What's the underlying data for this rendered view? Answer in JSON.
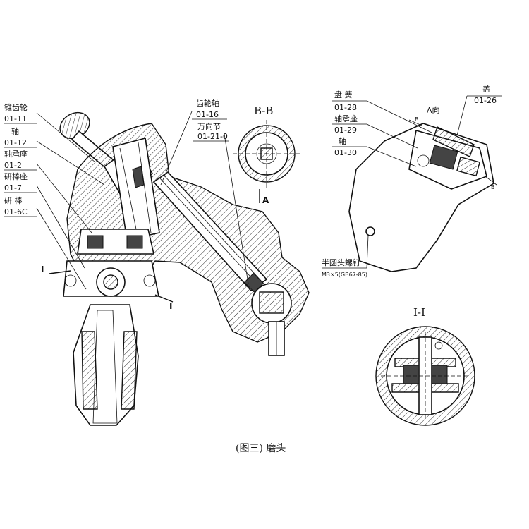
{
  "labels": {
    "bevel_gear": "锥齿轮",
    "bevel_gear_no": "01-11",
    "shaft": "轴",
    "shaft_no": "01-12",
    "bearing_seat": "轴承座",
    "bearing_seat_no": "01-2",
    "lap_rod_seat": "研棒座",
    "lap_rod_seat_no": "01-7",
    "lap_rod": "研  棒",
    "lap_rod_no": "01-6C",
    "gear_shaft": "齿轮轴",
    "gear_shaft_no": "01-16",
    "universal_joint": "万向节",
    "universal_joint_no": "01-21-0",
    "disc_spring": "盘 簧",
    "disc_spring_no": "01-28",
    "bearing_seat_r": "轴承座",
    "bearing_seat_r_no": "01-29",
    "shaft_r": "轴",
    "shaft_r_no": "01-30",
    "cover": "盖",
    "cover_no": "01-26",
    "screw": "半圆头螺钉",
    "screw_spec": "M3×5(GB67-85)"
  },
  "sections": {
    "bb": "B-B",
    "ii": "I-I",
    "a_view": "A向",
    "marker_a": "A",
    "marker_b": "B",
    "marker_i": "I"
  },
  "caption": "(图三) 磨头"
}
